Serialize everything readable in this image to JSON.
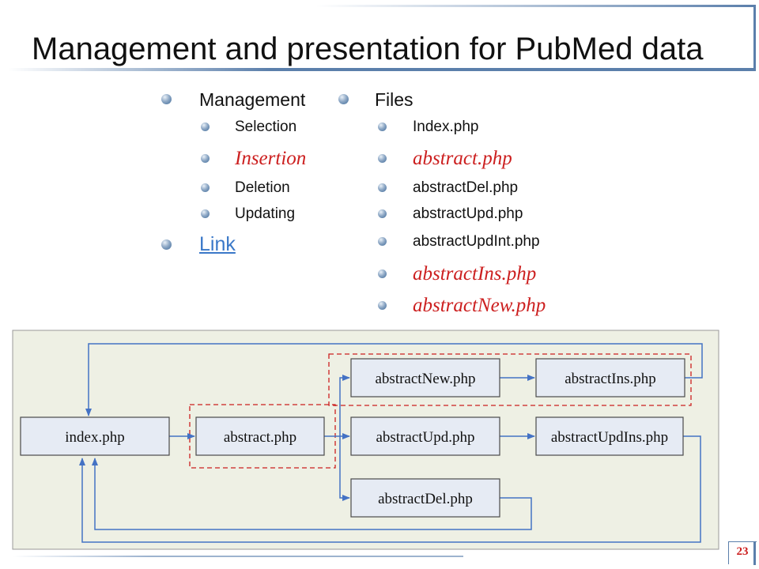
{
  "title": "Management and presentation for PubMed data",
  "left_column": {
    "heading": "Management",
    "items": [
      "Selection",
      "Insertion",
      "Deletion",
      "Updating"
    ],
    "link": "Link"
  },
  "right_column": {
    "heading": "Files",
    "items": [
      "Index.php",
      "abstract.php",
      "abstractDel.php",
      "abstractUpd.php",
      "abstractUpdInt.php",
      "abstractIns.php",
      "abstractNew.php"
    ]
  },
  "diagram": {
    "nodes": {
      "index": "index.php",
      "abstract": "abstract.php",
      "new": "abstractNew.php",
      "ins": "abstractIns.php",
      "upd": "abstractUpd.php",
      "updins": "abstractUpdIns.php",
      "del": "abstractDel.php"
    }
  },
  "page_number": "23",
  "colors": {
    "accent_blue": "#3f6a99",
    "highlight_red": "#cc1f1f",
    "diagram_bg": "#eef0e4",
    "node_fill": "#e6ebf4",
    "arrow": "#4472c4"
  }
}
